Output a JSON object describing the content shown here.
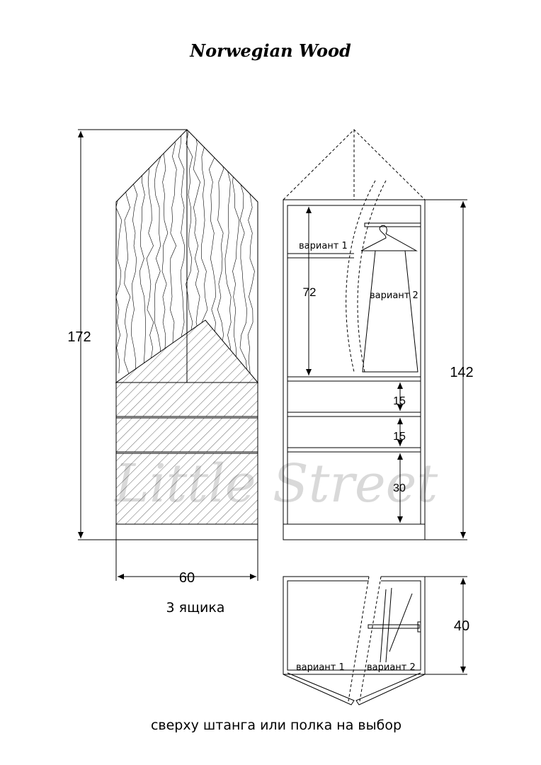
{
  "title": "Norwegian Wood",
  "watermark": "Little Street",
  "front_view": {
    "height_label": "172",
    "width_label": "60",
    "drawers_caption": "3 ящика"
  },
  "section_view": {
    "height_label": "142",
    "variant1_label": "вариант 1",
    "variant2_label": "вариант 2",
    "hanging_label": "72",
    "drawer1_label": "15",
    "drawer2_label": "15",
    "drawer3_label": "30"
  },
  "plan_view": {
    "depth_label": "40",
    "variant1_label": "вариант 1",
    "variant2_label": "вариант 2"
  },
  "footer_note": "сверху штанга или полка на выбор",
  "colors": {
    "line": "#000000",
    "watermark": "#d9d9d9",
    "background": "#ffffff"
  }
}
